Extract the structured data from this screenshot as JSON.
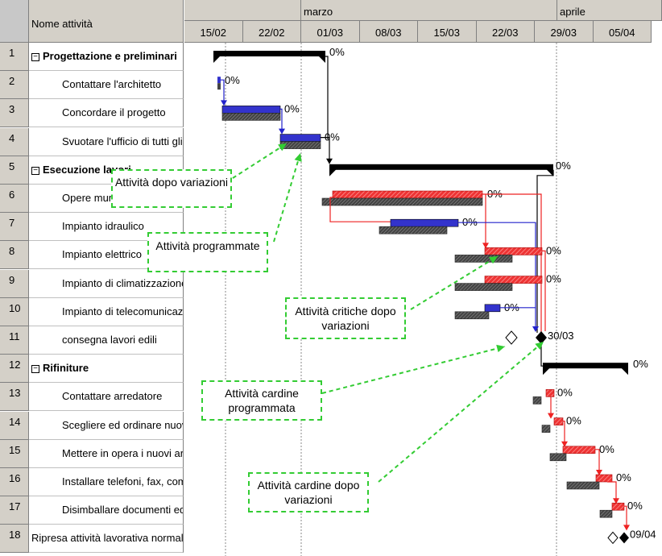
{
  "table": {
    "name_header": "Nome attività",
    "rows": [
      {
        "num": "1",
        "name": "Progettazione e preliminari",
        "summary": true,
        "indent": 0
      },
      {
        "num": "2",
        "name": "Contattare l'architetto",
        "summary": false,
        "indent": 1
      },
      {
        "num": "3",
        "name": "Concordare il progetto",
        "summary": false,
        "indent": 1
      },
      {
        "num": "4",
        "name": "Svuotare l'ufficio di tutti gli a",
        "summary": false,
        "indent": 1
      },
      {
        "num": "5",
        "name": "Esecuzione lavori",
        "summary": true,
        "indent": 0
      },
      {
        "num": "6",
        "name": "Opere murarie",
        "summary": false,
        "indent": 1
      },
      {
        "num": "7",
        "name": "Impianto idraulico",
        "summary": false,
        "indent": 1
      },
      {
        "num": "8",
        "name": "Impianto elettrico",
        "summary": false,
        "indent": 1
      },
      {
        "num": "9",
        "name": "Impianto di climatizzazione",
        "summary": false,
        "indent": 1
      },
      {
        "num": "10",
        "name": "Impianto di telecomunicazion",
        "summary": false,
        "indent": 1
      },
      {
        "num": "11",
        "name": "consegna lavori edili",
        "summary": false,
        "indent": 1
      },
      {
        "num": "12",
        "name": "Rifiniture",
        "summary": true,
        "indent": 0
      },
      {
        "num": "13",
        "name": "Contattare arredatore",
        "summary": false,
        "indent": 1
      },
      {
        "num": "14",
        "name": "Scegliere ed ordinare nuovi",
        "summary": false,
        "indent": 1
      },
      {
        "num": "15",
        "name": "Mettere in opera i nuovi arre",
        "summary": false,
        "indent": 1
      },
      {
        "num": "16",
        "name": "Installare telefoni, fax, comp",
        "summary": false,
        "indent": 1
      },
      {
        "num": "17",
        "name": "Disimballare documenti ed in",
        "summary": false,
        "indent": 1
      },
      {
        "num": "18",
        "name": "Ripresa attività lavorativa normal",
        "summary": false,
        "indent": 0
      }
    ]
  },
  "timescale": {
    "months": [
      "",
      "marzo",
      "aprile"
    ],
    "weeks": [
      "15/02",
      "22/02",
      "01/03",
      "08/03",
      "15/03",
      "22/03",
      "29/03",
      "05/04"
    ]
  },
  "gantt": {
    "colors": {
      "summary": "#000000",
      "task": "#3333cc",
      "critical": "#ee3333",
      "baseline": "#555555",
      "link_blue": "#2222cc",
      "link_red": "#ee2222"
    },
    "labels": {
      "r1": "0%",
      "r2": "0%",
      "r3": "0%",
      "r4": "0%",
      "r5": "0%",
      "r6": "0%",
      "r7": "0%",
      "r8": "0%",
      "r9": "0%",
      "r10": "0%",
      "r11": "30/03",
      "r12": "0%",
      "r13": "0%",
      "r14": "0%",
      "r15": "0%",
      "r16": "0%",
      "r17": "0%",
      "r18": "09/04"
    }
  },
  "callouts": {
    "dopo": "Attività dopo variazioni",
    "programmate": "Attività programmate",
    "critiche": "Attività critiche dopo variazioni",
    "cardine_prog": "Attività cardine programmata",
    "cardine_dopo": "Attività cardine dopo variazioni"
  },
  "legend_colors": {
    "callout_border": "#33cc33"
  }
}
